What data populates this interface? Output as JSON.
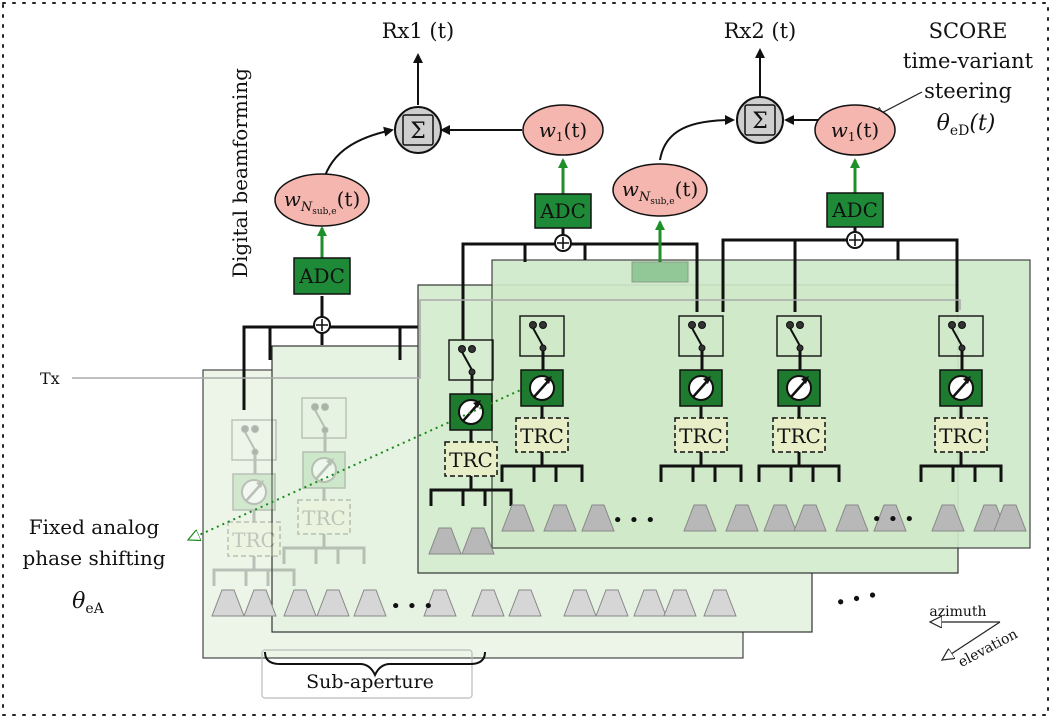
{
  "outputs": {
    "rx1": "Rx1 (t)",
    "rx2": "Rx2 (t)"
  },
  "score": {
    "line1": "SCORE",
    "line2": "time-variant",
    "line3": "steering",
    "theta_eD": "θ",
    "theta_sub": "eD",
    "theta_arg": "(t)"
  },
  "digital_label": "Digital beamforming",
  "sum_symbol": "Σ",
  "weights": {
    "w1": "w",
    "w1_sub": "1",
    "w1_arg": "(t)",
    "wN": "w",
    "wN_sub": "N",
    "wN_subsub": "sub,e",
    "wN_arg": "(t)"
  },
  "adc_label": "ADC",
  "trc_label": "TRC",
  "tx_label": "Tx",
  "fixed_analog": {
    "line1": "Fixed analog",
    "line2": "phase shifting",
    "theta": "θ",
    "theta_sub": "eA"
  },
  "sub_aperture_label": "Sub-aperture",
  "axes": {
    "azimuth": "azimuth",
    "elevation": "elevation"
  },
  "ellipsis": "• • •",
  "colors": {
    "weight_fill": "#f4b6ae",
    "sum_fill": "#cfcfcf",
    "adc_fill": "#1e8a38",
    "panel_fill": "#d8efd4",
    "arrow_green": "#1f8f2a",
    "dotted_link": "#1a8a1a"
  }
}
